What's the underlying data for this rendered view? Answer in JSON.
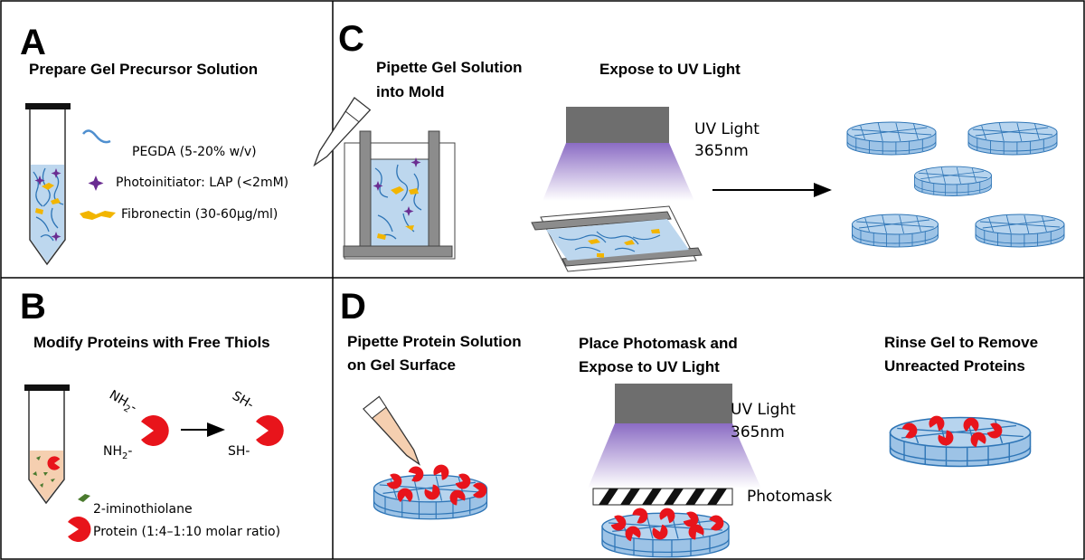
{
  "panels": {
    "a": {
      "letter": "A",
      "title": "Prepare Gel Precursor Solution",
      "legend": {
        "pegda": "PEGDA (5-20% w/v)",
        "photoinitiator": "Photoinitiator: LAP (<2mM)",
        "fibronectin": "Fibronectin (30-60µg/ml)"
      }
    },
    "b": {
      "letter": "B",
      "title": "Modify Proteins with Free Thiols",
      "amine_top": "NH",
      "amine_bottom": "NH",
      "amine_sub": "2",
      "thiol_top": "SH-",
      "thiol_bottom": "SH-",
      "legend": {
        "iminothiolane": "2-iminothiolane",
        "protein": "Protein (1:4–1:10 molar ratio)"
      }
    },
    "c": {
      "letter": "C",
      "step1_line1": "Pipette Gel Solution",
      "step1_line2": "into Mold",
      "step2": "Expose to UV Light",
      "uv_line1": "UV Light",
      "uv_line2": "365nm"
    },
    "d": {
      "letter": "D",
      "step1_line1": "Pipette Protein Solution",
      "step1_line2": "on Gel Surface",
      "step2_line1": "Place Photomask and",
      "step2_line2": "Expose to UV Light",
      "step3_line1": "Rinse Gel to Remove",
      "step3_line2": "Unreacted Proteins",
      "uv_line1": "UV Light",
      "uv_line2": "365nm",
      "photomask": "Photomask"
    }
  },
  "colors": {
    "gel_blue": "#9dc3e6",
    "gel_line": "#2e75b6",
    "uv_purple": "#8a6fc2",
    "fibronectin": "#f2b500",
    "photoinitiator": "#6a2c91",
    "protein": "#e8141b",
    "iminothiolane": "#4a7a2e",
    "tube_protein": "#f5cfb0"
  }
}
